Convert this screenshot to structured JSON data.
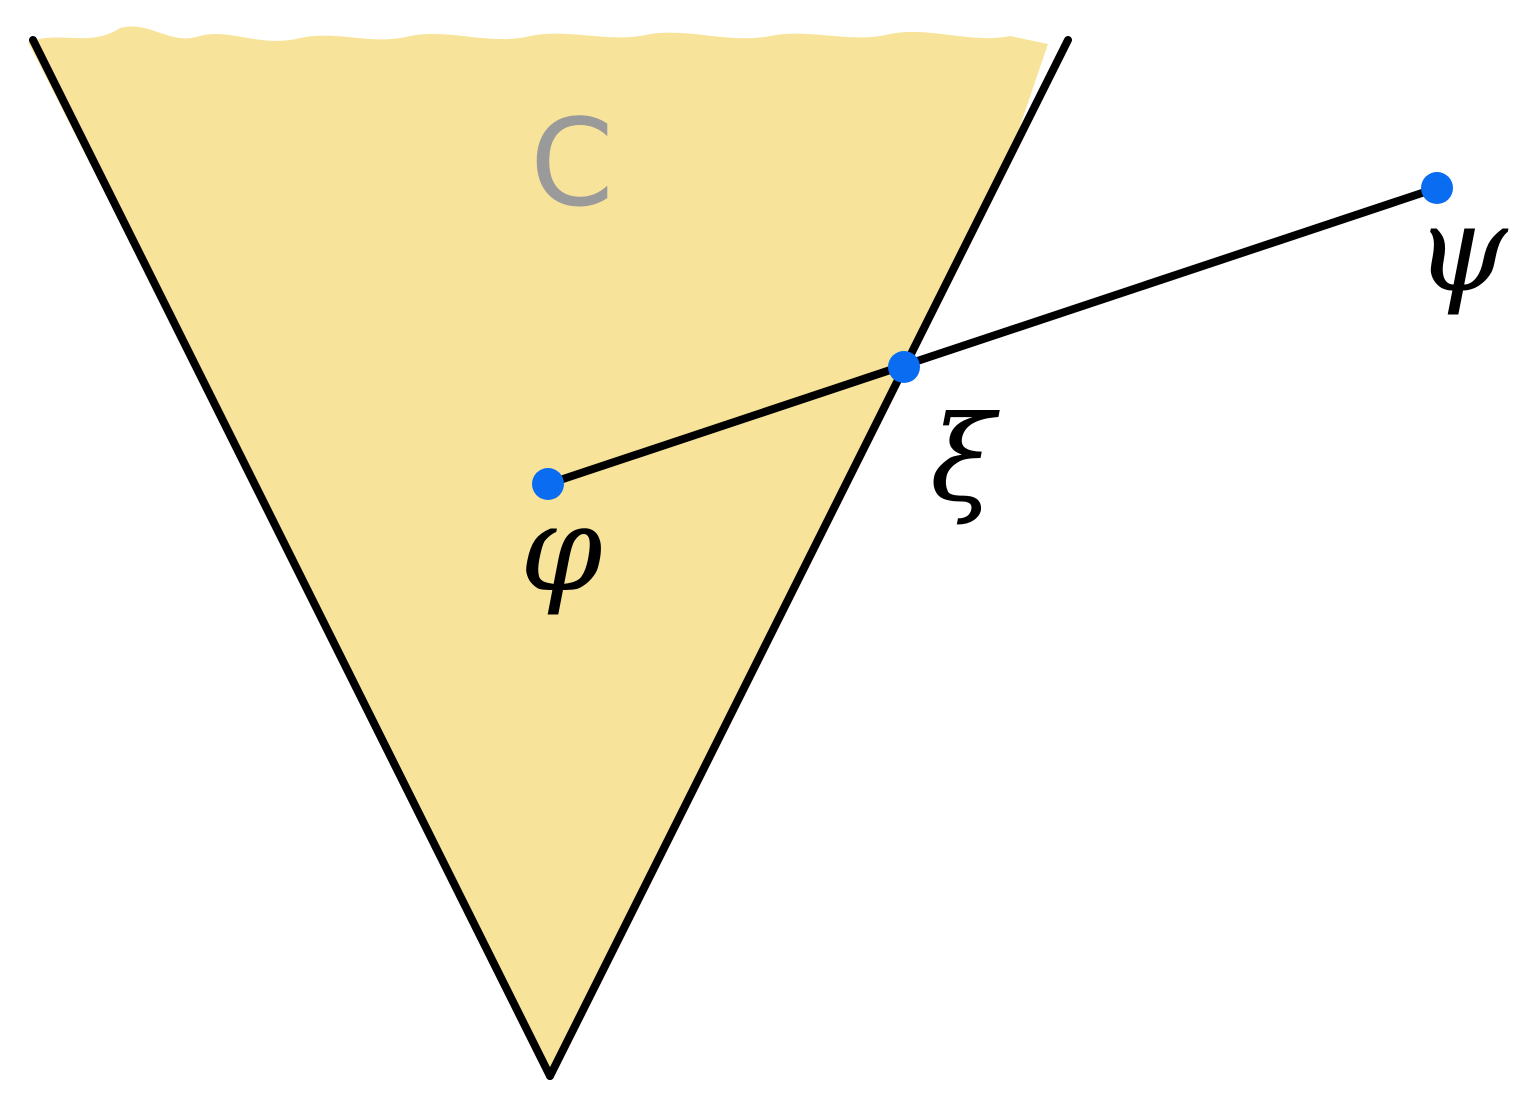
{
  "diagram": {
    "cone_label": "C",
    "points": [
      {
        "id": "phi",
        "label": "φ",
        "role": "inside cone"
      },
      {
        "id": "xi",
        "label": "ξ",
        "role": "on cone boundary"
      },
      {
        "id": "psi",
        "label": "ψ",
        "role": "outside cone"
      }
    ],
    "colors": {
      "cone_fill": "#F7E49A",
      "edge": "#000000",
      "point": "#0A6CF0",
      "cone_label": "#9A9A9A"
    }
  }
}
